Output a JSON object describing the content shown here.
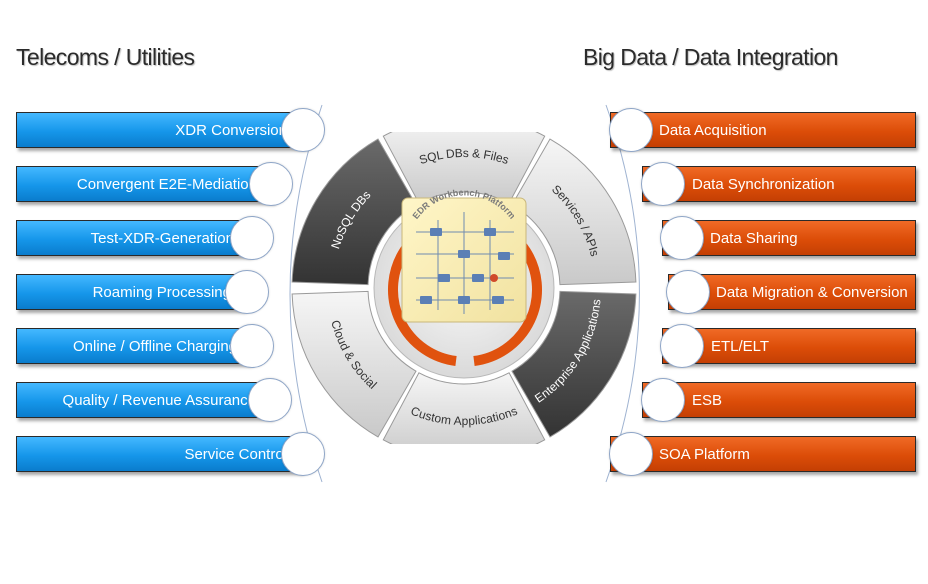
{
  "left_heading": "Telecoms / Utilities",
  "right_heading": "Big Data / Data Integration",
  "left_items": [
    "XDR Conversion",
    "Convergent E2E-Mediation",
    "Test-XDR-Generation",
    "Roaming Processing",
    "Online / Offline Charging",
    "Quality / Revenue Assurance",
    "Service Control"
  ],
  "right_items": [
    "Data Acquisition",
    "Data Synchronization",
    "Data Sharing",
    "Data Migration  & Conversion",
    "ETL/ELT",
    "ESB",
    "SOA Platform"
  ],
  "wheel": {
    "center_label": "EDR Workbench Platform",
    "segments": [
      "SQL DBs & Files",
      "Services / APIs",
      "Enterprise Applications",
      "Custom Applications",
      "Cloud & Social",
      "NoSQL DBs"
    ]
  },
  "colors": {
    "left_bar": "#1596ea",
    "right_bar": "#dc4d08",
    "ring": "#e0520e",
    "segment_light": "#d9d9d9",
    "segment_dark": "#4a4a4a"
  }
}
